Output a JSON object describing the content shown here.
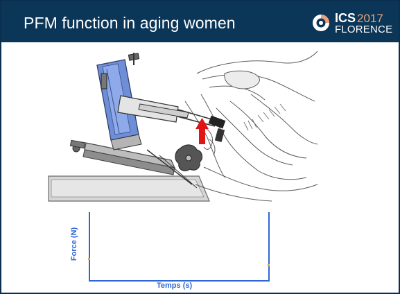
{
  "slide": {
    "title": "PFM function in aging women"
  },
  "logo": {
    "ics": "ICS",
    "year": "2017",
    "city": "FLORENCE"
  },
  "chart": {
    "ylabel": "Force (N)",
    "xlabel": "Temps (s)"
  },
  "colors": {
    "header_bg": "#0b3658",
    "axis_blue": "#2e66d6",
    "arrow_red": "#e01414",
    "device_blue": "#6f8ed8"
  }
}
